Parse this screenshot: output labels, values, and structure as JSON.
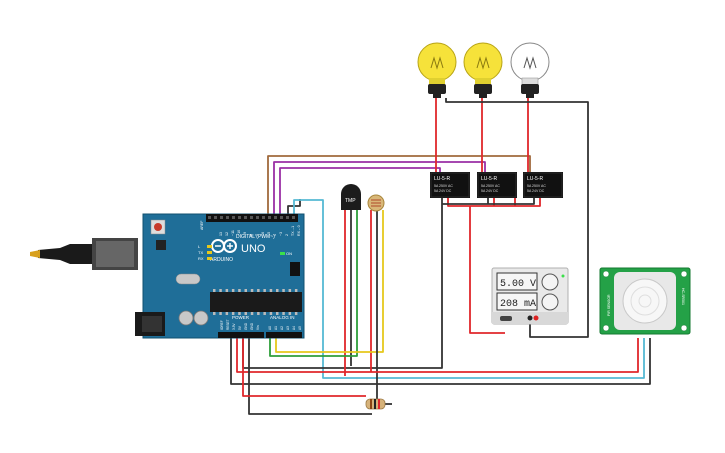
{
  "arduino": {
    "brand": "ARDUINO",
    "model": "UNO",
    "digital_label": "DIGITAL (PWM~)",
    "analog_label": "ANALOG IN",
    "power_label": "POWER",
    "on_label": "ON",
    "tx_label": "TX",
    "rx_label": "RX",
    "l_label": "L",
    "aref_label": "AREF",
    "gnd_label": "GND",
    "digital_pins": [
      "13",
      "12",
      "~11",
      "~10",
      "~9",
      "8",
      "7",
      "~6",
      "~5",
      "4",
      "~3",
      "2",
      "TX→1",
      "RX←0"
    ],
    "power_pins": [
      "IOREF",
      "RESET",
      "3.3V",
      "5V",
      "GND",
      "GND",
      "Vin"
    ],
    "analog_pins": [
      "A0",
      "A1",
      "A2",
      "A3",
      "A4",
      "A5"
    ]
  },
  "temp_sensor": {
    "label": "TMP"
  },
  "relays": [
    {
      "label": "LU-5-R"
    },
    {
      "label": "LU-5-R"
    },
    {
      "label": "LU-5-R"
    }
  ],
  "relay_small_text": [
    "5A 250V AC",
    "5A 24V DC"
  ],
  "power_supply": {
    "voltage": "5.00 V",
    "current": "208 mA"
  },
  "pir": {
    "side_left": "PIR SENSOR",
    "side_right": "HC-SR501"
  },
  "bulbs": [
    {
      "state": "on"
    },
    {
      "state": "on"
    },
    {
      "state": "off"
    }
  ],
  "colors": {
    "board": "#1f6e98",
    "wire_red": "#e0272b",
    "wire_black": "#333333",
    "wire_brown": "#a06a3c",
    "wire_purple": "#9a2fa5",
    "wire_cyan": "#55b9d4",
    "wire_green": "#2e9e3a",
    "wire_yellow": "#e6c81c",
    "bulb_on": "#f6e23a",
    "pir_board": "#24a147"
  }
}
